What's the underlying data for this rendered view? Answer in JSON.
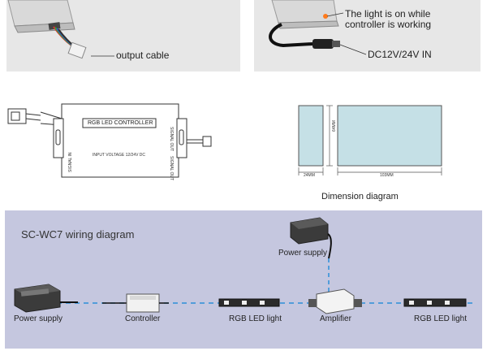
{
  "top_left_photo": {
    "caption": "output cable"
  },
  "top_right_photo": {
    "caption_line1": "The light is on while",
    "caption_line2": "controller is working",
    "input_label": "DC12V/24V  IN"
  },
  "controller_drawing": {
    "title": "RGB LED CONTROLLER",
    "input_text": "INPUT VOLTAGE 12/24V DC",
    "signal_out_top": "SIGNAL OUT",
    "signal_out_bottom": "SIGNAL OUT",
    "signal_in": "SIGNAL IN"
  },
  "dimension": {
    "width_small": "24MM",
    "width_large": "103MM",
    "height": "64MM",
    "caption": "Dimension diagram"
  },
  "wiring": {
    "title": "SC-WC7 wiring  diagram",
    "labels": {
      "power_supply_top": "Power supply",
      "power_supply_left": "Power supply",
      "controller": "Controller",
      "rgb_led_1": "RGB LED light",
      "amplifier": "Amplifier",
      "rgb_led_2": "RGB LED light"
    },
    "wire_color": "#2d8fd8"
  }
}
